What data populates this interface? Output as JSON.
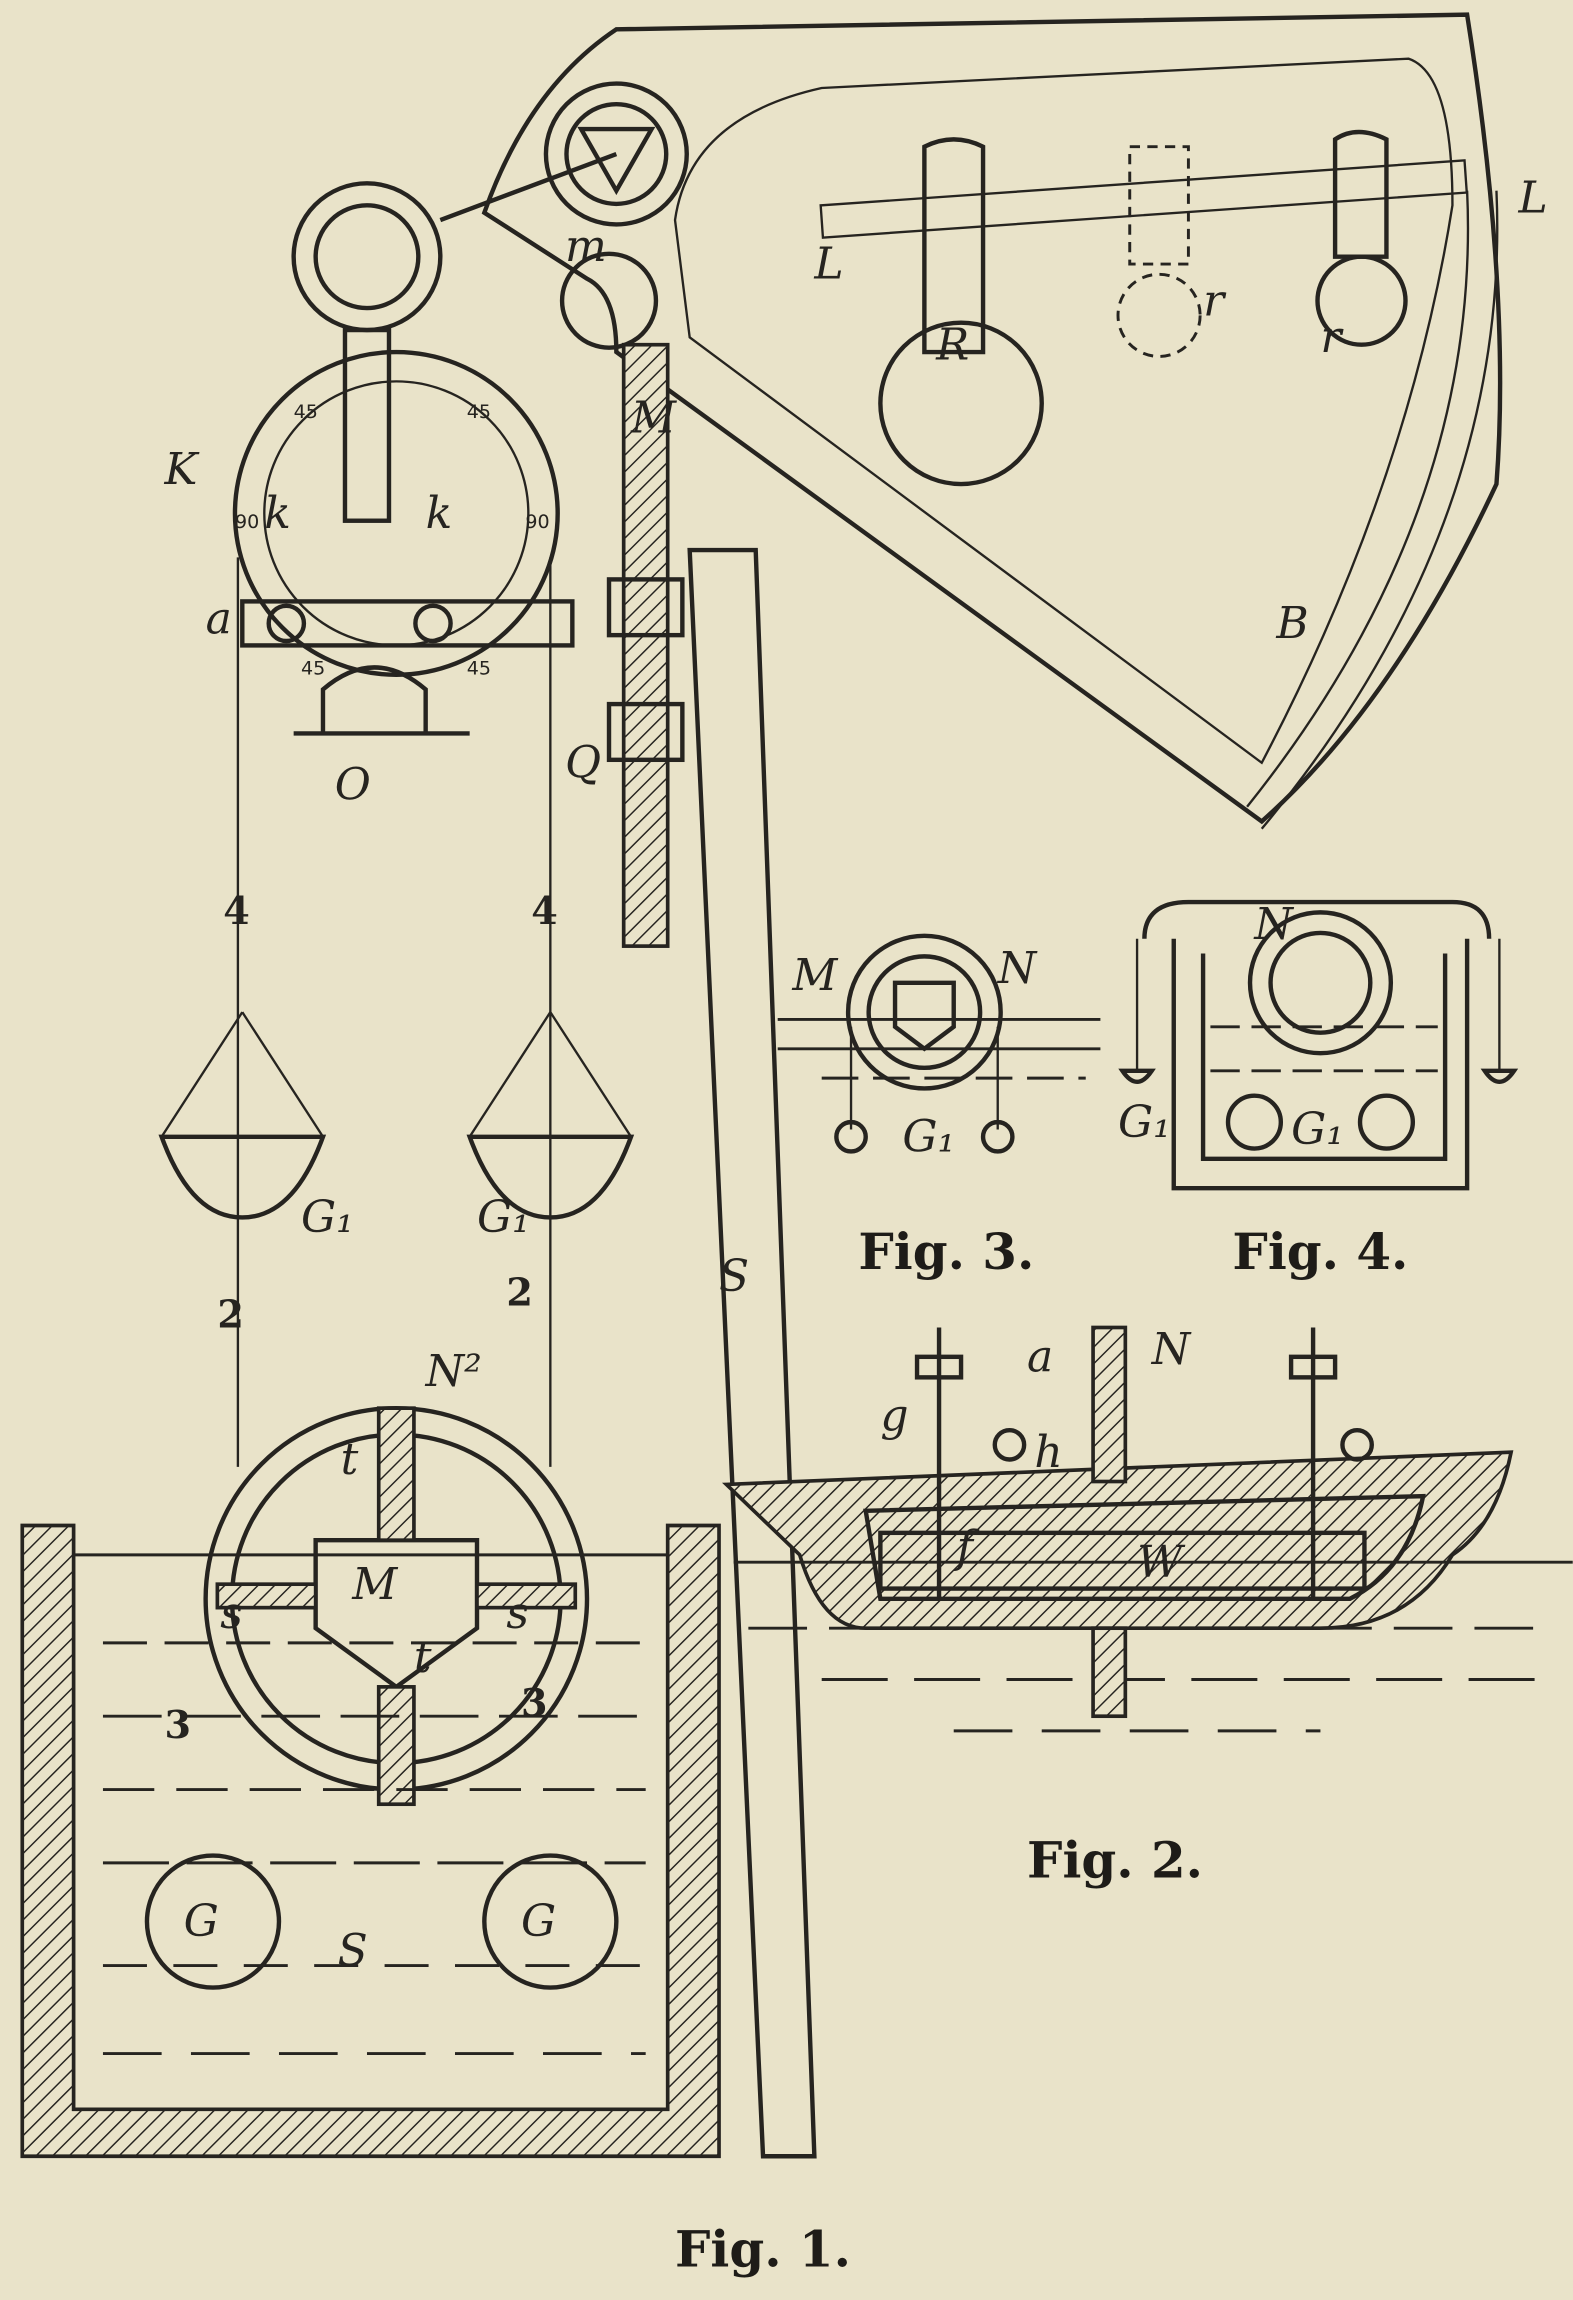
{
  "figures": {
    "fig1": {
      "caption": "Fig. 1."
    },
    "fig2": {
      "caption": "Fig. 2."
    },
    "fig3": {
      "caption": "Fig. 3."
    },
    "fig4": {
      "caption": "Fig. 4."
    }
  },
  "labels": {
    "fig1": {
      "m": "m",
      "M_upper": "M",
      "L": "L",
      "R": "R",
      "r1": "r",
      "r2": "r",
      "B": "B",
      "K": "K",
      "k1": "k",
      "k2": "k",
      "a": "a",
      "O": "O",
      "Q": "Q",
      "S_stand": "S",
      "cord4_left": "4",
      "cord4_right": "4",
      "G1_left": "G₁",
      "G1_right": "G₁",
      "cord2_left": "2",
      "cord2_right": "2",
      "N2": "N²",
      "t_top": "t",
      "M_float": "M",
      "s_left": "s",
      "s_right": "s",
      "t_bottom": "t",
      "cord3_left": "3",
      "cord3_right": "3",
      "G_left": "G",
      "G_right": "G",
      "S_vessel": "S"
    },
    "dial": {
      "t45_left": "45",
      "t45_right": "45",
      "t90_left": "90",
      "t90_right": "90",
      "b45_left": "45",
      "b45_right": "45"
    },
    "fig2": {
      "a": "a",
      "N": "N",
      "g": "g",
      "h": "h",
      "f": "f",
      "W": "W"
    },
    "fig3": {
      "M": "M",
      "N": "N",
      "G1": "G₁"
    },
    "fig4": {
      "N": "N",
      "G1": "G₁"
    }
  }
}
